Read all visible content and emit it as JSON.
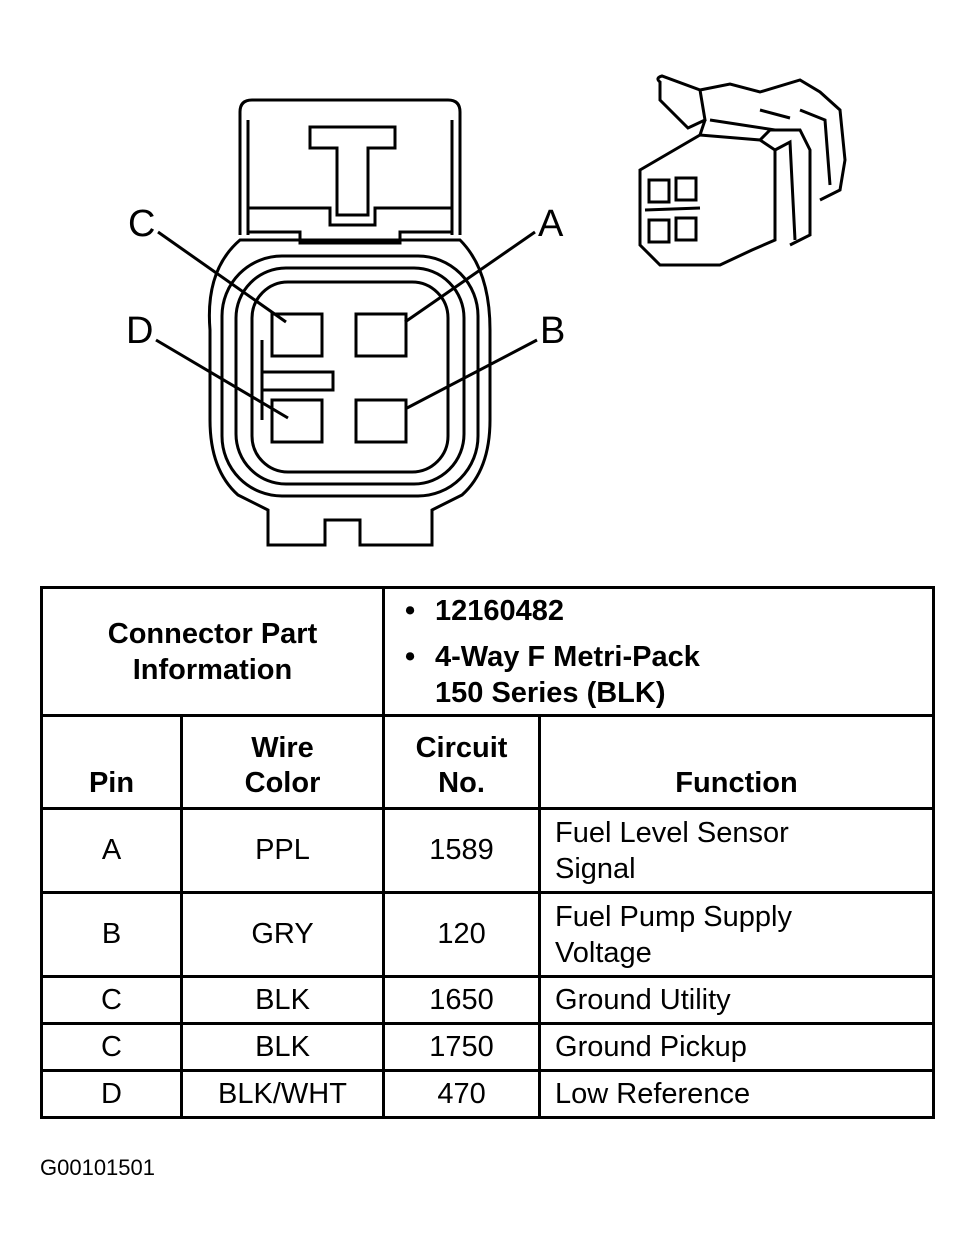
{
  "connector": {
    "pin_labels": [
      "A",
      "B",
      "C",
      "D"
    ]
  },
  "table": {
    "part_info_label_line1": "Connector Part",
    "part_info_label_line2": "Information",
    "part_number": "12160482",
    "description_line1": "4-Way F Metri-Pack",
    "description_line2": "150 Series (BLK)",
    "columns": {
      "pin": "Pin",
      "wire_color_line1": "Wire",
      "wire_color_line2": "Color",
      "circuit_line1": "Circuit",
      "circuit_line2": "No.",
      "function": "Function"
    },
    "rows": [
      {
        "pin": "A",
        "wire": "PPL",
        "circuit": "1589",
        "function_line1": "Fuel Level Sensor",
        "function_line2": "Signal"
      },
      {
        "pin": "B",
        "wire": "GRY",
        "circuit": "120",
        "function_line1": "Fuel Pump Supply",
        "function_line2": "Voltage"
      },
      {
        "pin": "C",
        "wire": "BLK",
        "circuit": "1650",
        "function_line1": "Ground Utility",
        "function_line2": ""
      },
      {
        "pin": "C",
        "wire": "BLK",
        "circuit": "1750",
        "function_line1": "Ground Pickup",
        "function_line2": ""
      },
      {
        "pin": "D",
        "wire": "BLK/WHT",
        "circuit": "470",
        "function_line1": "Low Reference",
        "function_line2": ""
      }
    ]
  },
  "figure_code": "G00101501"
}
